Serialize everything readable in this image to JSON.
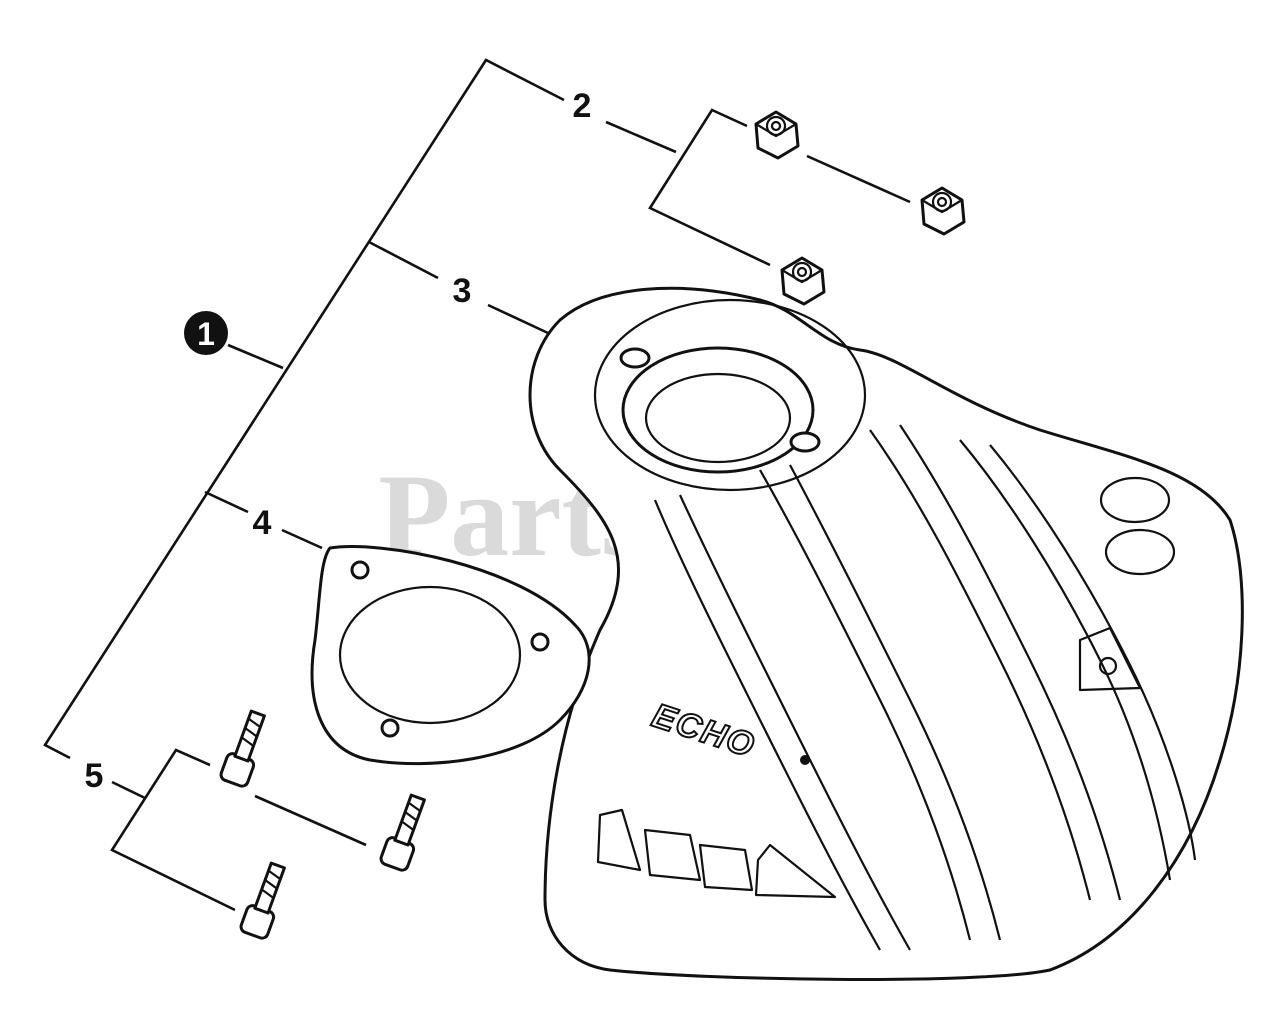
{
  "watermark": "PartsTree",
  "brand_logo_text": "ECHO",
  "callouts": {
    "assembly": "1",
    "nut": "2",
    "shield": "3",
    "plate": "4",
    "bolt": "5"
  },
  "colors": {
    "ink": "#111111",
    "paper": "#ffffff",
    "watermark": "#bdbdbd"
  },
  "icons": [
    "hex-nut-icon",
    "trimmer-shield-icon",
    "mounting-plate-icon",
    "bolt-icon",
    "warning-triangle-icon"
  ]
}
